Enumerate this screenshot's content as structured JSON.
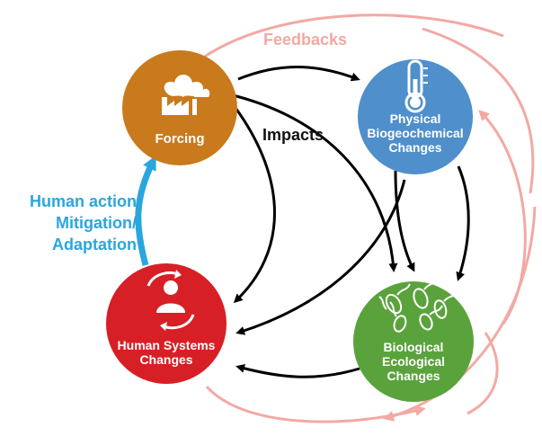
{
  "diagram": {
    "feedbacks_label": "Feedbacks",
    "impacts_label": "Impacts",
    "human_action": {
      "line1": "Human action",
      "line2": "Mitigation/",
      "line3": "Adaptation"
    },
    "nodes": {
      "forcing": {
        "label": "Forcing",
        "color": "#c97a1c"
      },
      "physical": {
        "line1": "Physical",
        "line2": "Biogeochemical",
        "line3": "Changes",
        "color": "#4f8fcb"
      },
      "human_systems": {
        "line1": "Human Systems",
        "line2": "Changes",
        "color": "#d71f26"
      },
      "biological": {
        "line1": "Biological",
        "line2": "Ecological",
        "line3": "Changes",
        "color": "#5aa33c"
      }
    },
    "colors": {
      "feedback_arrows": "#f2a9a3",
      "impact_arrows": "#000000",
      "human_action_arrow": "#2aa6df"
    },
    "icons": {
      "forcing": "factory-smoke-icon",
      "physical": "thermometer-icon",
      "human_systems": "person-cycle-icon",
      "biological": "microbes-icon"
    }
  }
}
